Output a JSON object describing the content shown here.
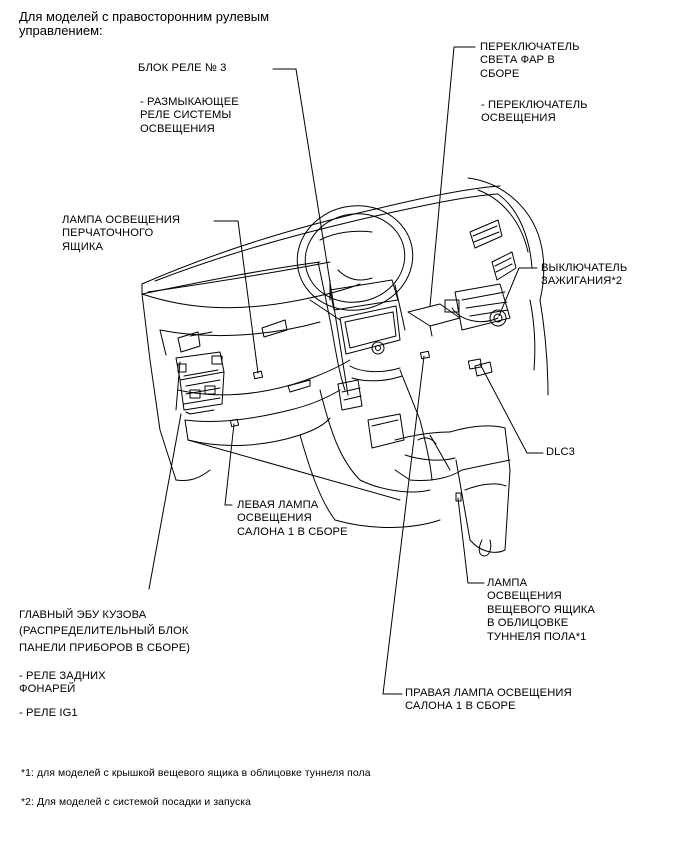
{
  "heading": [
    "Для моделей с правосторонним рулевым",
    "управлением:"
  ],
  "labels": {
    "relay_block": {
      "title": "БЛОК РЕЛЕ № 3",
      "sub": [
        "- РАЗМЫКАЮЩЕЕ",
        "РЕЛЕ СИСТЕМЫ",
        "ОСВЕЩЕНИЯ"
      ]
    },
    "headlight_switch": {
      "title": [
        "ПЕРЕКЛЮЧАТЕЛЬ",
        "СВЕТА ФАР В",
        "СБОРЕ"
      ],
      "sub": [
        "- ПЕРЕКЛЮЧАТЕЛЬ",
        "ОСВЕЩЕНИЯ"
      ]
    },
    "glovebox_lamp": [
      "ЛАМПА ОСВЕЩЕНИЯ",
      "ПЕРЧАТОЧНОГО",
      "ЯЩИКА"
    ],
    "ignition_switch": [
      "ВЫКЛЮЧАТЕЛЬ",
      "ЗАЖИГАНИЯ*2"
    ],
    "dlc3": "DLC3",
    "left_room_lamp": [
      "ЛЕВАЯ ЛАМПА",
      "ОСВЕЩЕНИЯ",
      "САЛОНА 1 В СБОРЕ"
    ],
    "console_box_lamp": [
      "ЛАМПА",
      "ОСВЕЩЕНИЯ",
      "ВЕЩЕВОГО ЯЩИКА",
      "В ОБЛИЦОВКЕ",
      "ТУННЕЛЯ ПОЛА*1"
    ],
    "main_body_ecu": {
      "title": [
        "ГЛАВНЫЙ ЭБУ КУЗОВА",
        "(РАСПРЕДЕЛИТЕЛЬНЫЙ БЛОК",
        "ПАНЕЛИ ПРИБОРОВ В СБОРЕ)"
      ],
      "sub1": [
        "- РЕЛЕ ЗАДНИХ",
        "ФОНАРЕЙ"
      ],
      "sub2": "- РЕЛЕ IG1"
    },
    "right_room_lamp": [
      "ПРАВАЯ ЛАМПА ОСВЕЩЕНИЯ",
      "САЛОНА 1 В СБОРЕ"
    ]
  },
  "footnotes": [
    "*1: для моделей с крышкой вещевого ящика в облицовке туннеля пола",
    "*2: Для моделей с системой посадки и запуска"
  ]
}
